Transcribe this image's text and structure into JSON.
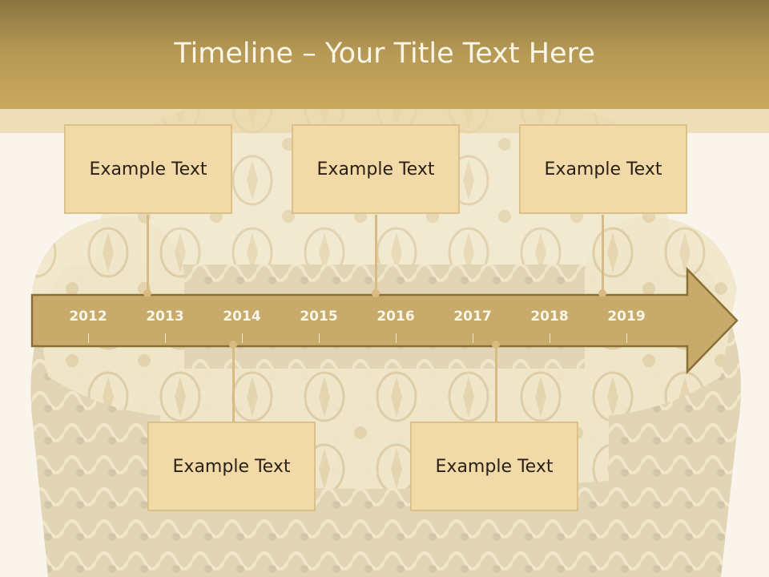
{
  "slide": {
    "title": "Timeline – Your Title Text Here"
  },
  "timeline": {
    "years": [
      "2012",
      "2013",
      "2014",
      "2015",
      "2016",
      "2017",
      "2018",
      "2019"
    ]
  },
  "boxes": {
    "top_1": "Example Text",
    "top_2": "Example Text",
    "top_3": "Example Text",
    "bottom_1": "Example Text",
    "bottom_2": "Example Text"
  },
  "colors": {
    "header": "#b79a55",
    "arrow_fill": "#c8ab6b",
    "arrow_border": "#8b7033",
    "box_fill": "#f1d9a8"
  }
}
